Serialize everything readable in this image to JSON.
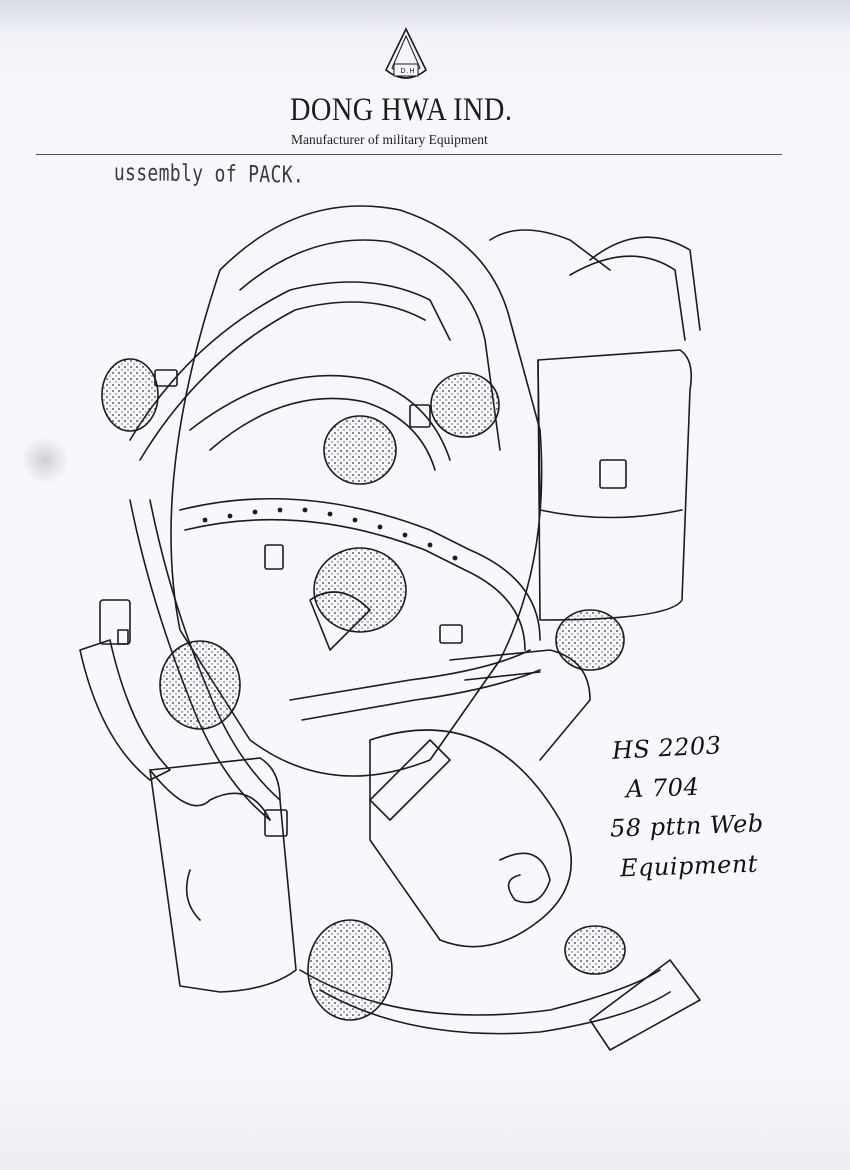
{
  "logo": {
    "monogram": "D.H"
  },
  "header": {
    "company": "DONG HWA IND.",
    "tagline": "Manufacturer of military Equipment"
  },
  "stamp": {
    "title": "ussembly of PACK."
  },
  "annotation": {
    "lines": [
      "HS 2203",
      "A 704",
      "58 pttn Web",
      "Equipment"
    ]
  }
}
